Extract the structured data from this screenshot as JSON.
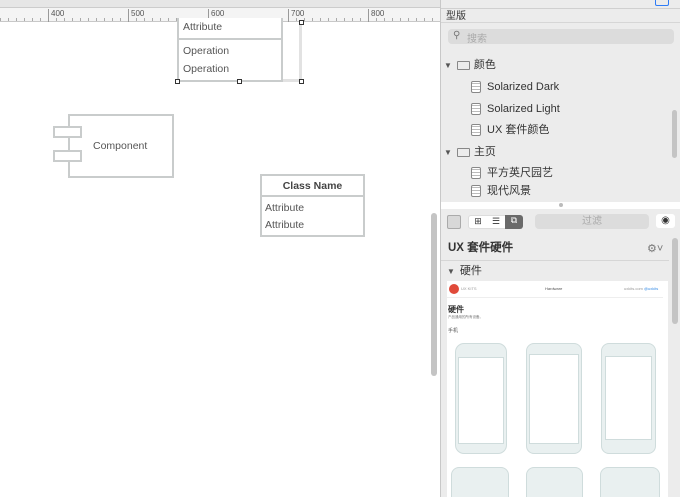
{
  "ruler": {
    "labels": [
      "400",
      "500",
      "600",
      "700",
      "800"
    ]
  },
  "canvas": {
    "class_top": {
      "attribute": "Attribute",
      "operations": [
        "Operation",
        "Operation"
      ]
    },
    "component": {
      "label": "Component"
    },
    "class_box": {
      "name": "Class Name",
      "attributes": [
        "Attribute",
        "Attribute"
      ]
    }
  },
  "panel": {
    "section_title": "型版",
    "search_placeholder": "搜索",
    "tree": [
      {
        "label": "颜色",
        "type": "folder"
      },
      {
        "label": "Solarized Dark",
        "type": "item"
      },
      {
        "label": "Solarized Light",
        "type": "item"
      },
      {
        "label": "UX 套件颜色",
        "type": "item"
      },
      {
        "label": "主页",
        "type": "folder"
      },
      {
        "label": "平方英尺园艺",
        "type": "item"
      },
      {
        "label": "现代风景",
        "type": "item"
      }
    ],
    "filter_placeholder": "过滤",
    "library_title": "UX 套件硬件",
    "group": "硬件",
    "preview": {
      "logo": "UX KITS",
      "nav": "Hardware",
      "link": "uxkits.com",
      "twitter": "@uxkits",
      "title": "硬件",
      "subtitle": "产品通用的所有设备。",
      "section": "手机"
    }
  },
  "colors": {
    "accent": "#2f7cf6",
    "border": "#c9cccc",
    "panel_bg": "#ececec"
  }
}
